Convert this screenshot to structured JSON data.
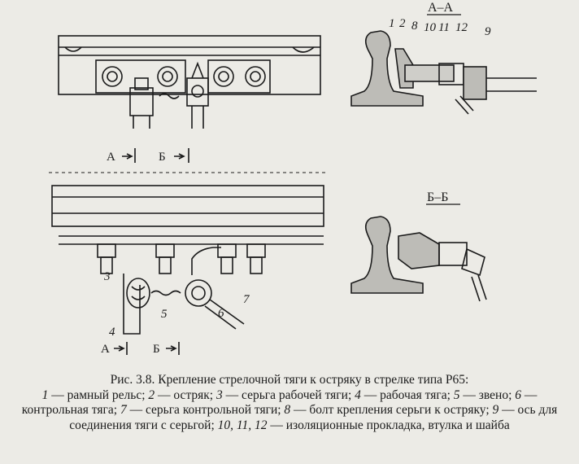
{
  "figure": {
    "section_labels": {
      "aa": "А–А",
      "bb": "Б–Б",
      "a_marker": "А",
      "b_marker": "Б"
    },
    "callouts": [
      "1",
      "2",
      "8",
      "10",
      "11",
      "12",
      "9",
      "3",
      "4",
      "5",
      "6",
      "7"
    ]
  },
  "caption": {
    "title": "Рис. 3.8. Крепление стрелочной тяги к остряку в стрелке типа Р65:",
    "items": [
      {
        "num": "1",
        "text": " — рамный рельс; "
      },
      {
        "num": "2",
        "text": " — остряк; "
      },
      {
        "num": "3",
        "text": " — серьга рабочей тяги; "
      },
      {
        "num": "4",
        "text": " — рабочая тяга; "
      },
      {
        "num": "5",
        "text": " — звено; "
      },
      {
        "num": "6",
        "text": " — контрольная тяга; "
      },
      {
        "num": "7",
        "text": " — серьга контрольной тяги; "
      },
      {
        "num": "8",
        "text": " — болт крепления серьги к остряку; "
      },
      {
        "num": "9",
        "text": " — ось для соединения тяги с серьгой; "
      },
      {
        "num": "10, 11, 12",
        "text": " — изоляционные прокладка, втулка и шайба"
      }
    ]
  }
}
